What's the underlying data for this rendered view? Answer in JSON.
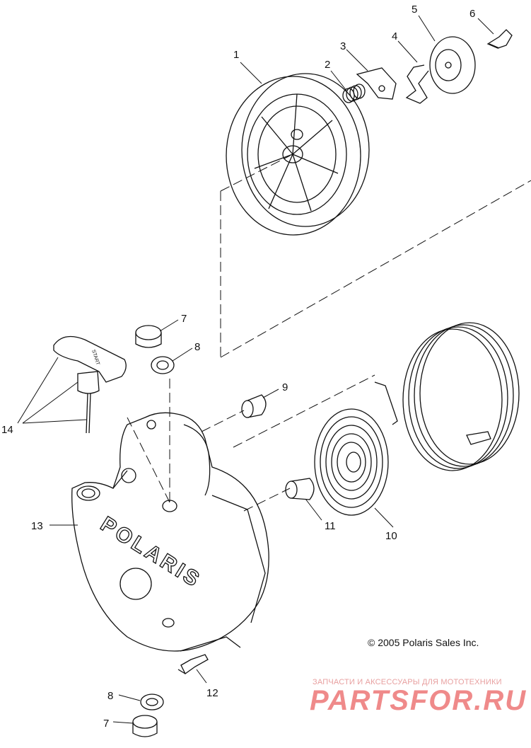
{
  "parts": [
    {
      "label": "1"
    },
    {
      "label": "2"
    },
    {
      "label": "3"
    },
    {
      "label": "4"
    },
    {
      "label": "5"
    },
    {
      "label": "6"
    },
    {
      "label": "7"
    },
    {
      "label": "8"
    },
    {
      "label": "9"
    },
    {
      "label": "10"
    },
    {
      "label": "11"
    },
    {
      "label": "12"
    },
    {
      "label": "13"
    },
    {
      "label": "14"
    },
    {
      "label": "8"
    },
    {
      "label": "7"
    }
  ],
  "housing_brand": "POLARIS",
  "handle_text": "START",
  "copyright": "© 2005 Polaris Sales Inc.",
  "watermark": {
    "tagline": "ЗАПЧАСТИ И АКСЕССУАРЫ ДЛЯ МОТОТЕХНИКИ",
    "site": "PARTSFOR.RU"
  },
  "colors": {
    "line": "#111111",
    "watermark": "#ef8a8a"
  }
}
